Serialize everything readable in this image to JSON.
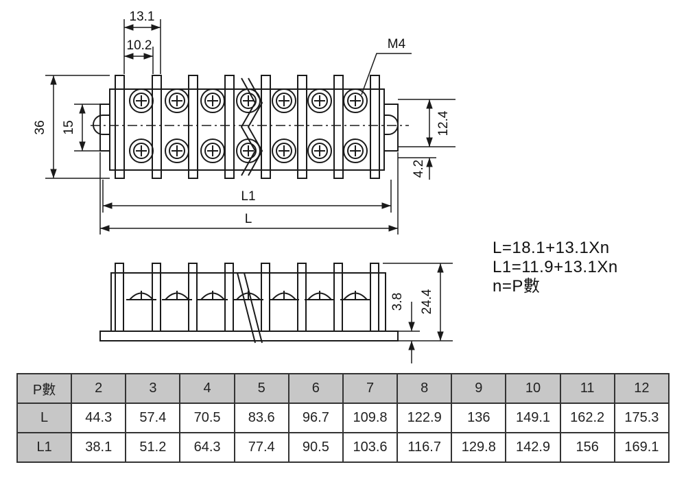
{
  "dims": {
    "pitch_outer": "13.1",
    "pitch_inner": "10.2",
    "screw": "M4",
    "height_36": "36",
    "height_15": "15",
    "d_12_4": "12.4",
    "d_4_2": "4.2",
    "label_L1": "L1",
    "label_L": "L",
    "d_3_8": "3.8",
    "d_24_4": "24.4"
  },
  "formulas": [
    "L=18.1+13.1Xn",
    "L1=11.9+13.1Xn",
    "n=P數"
  ],
  "table": {
    "header": [
      "P數",
      "2",
      "3",
      "4",
      "5",
      "6",
      "7",
      "8",
      "9",
      "10",
      "11",
      "12"
    ],
    "rows": [
      [
        "L",
        "44.3",
        "57.4",
        "70.5",
        "83.6",
        "96.7",
        "109.8",
        "122.9",
        "136",
        "149.1",
        "162.2",
        "175.3"
      ],
      [
        "L1",
        "38.1",
        "51.2",
        "64.3",
        "77.4",
        "90.5",
        "103.6",
        "116.7",
        "129.8",
        "142.9",
        "156",
        "169.1"
      ]
    ]
  },
  "colors": {
    "line": "#1a1a1a",
    "table_header": "#c7c7c7",
    "table_border": "#333333"
  }
}
